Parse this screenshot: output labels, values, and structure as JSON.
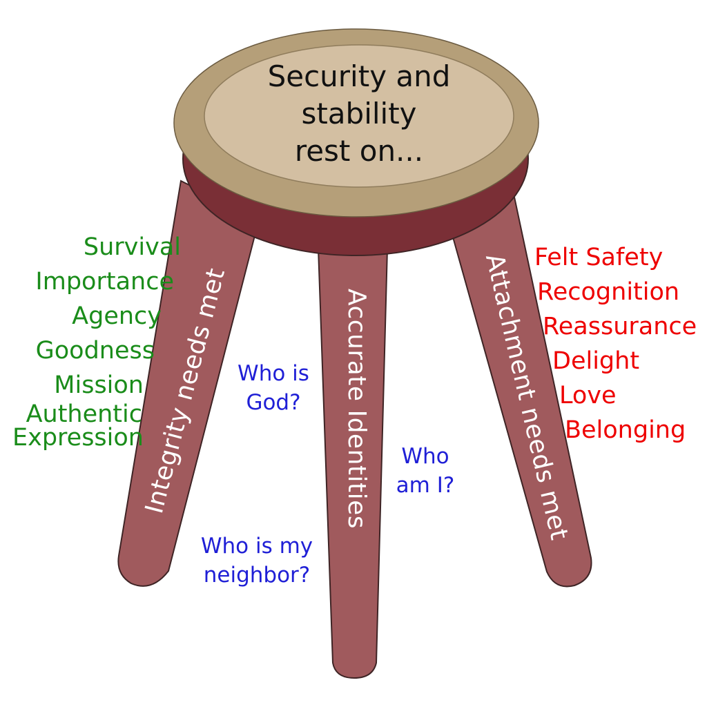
{
  "seat": {
    "line1": "Security and",
    "line2": "stability",
    "line3": "rest on..."
  },
  "legs": {
    "left": "Integrity needs met",
    "middle": "Accurate Identities",
    "right": "Attachment needs met"
  },
  "integrity_needs": [
    "Survival",
    "Importance",
    "Agency",
    "Goodness",
    "Mission",
    "Authentic",
    "Expression"
  ],
  "attachment_needs": [
    "Felt Safety",
    "Recognition",
    "Reassurance",
    "Delight",
    "Love",
    "Belonging"
  ],
  "questions": {
    "god": [
      "Who is",
      "God?"
    ],
    "me": [
      "Who",
      "am I?"
    ],
    "neighbor": [
      "Who is my",
      "neighbor?"
    ]
  },
  "colors": {
    "seat_outer": "#b59f79",
    "seat_inner": "#d3bfa2",
    "seat_rim": "#7a2f36",
    "legs": "#a05a5d",
    "integrity_text": "#1a8c1a",
    "attachment_text": "#ee0000",
    "question_text": "#1f1fd6"
  }
}
